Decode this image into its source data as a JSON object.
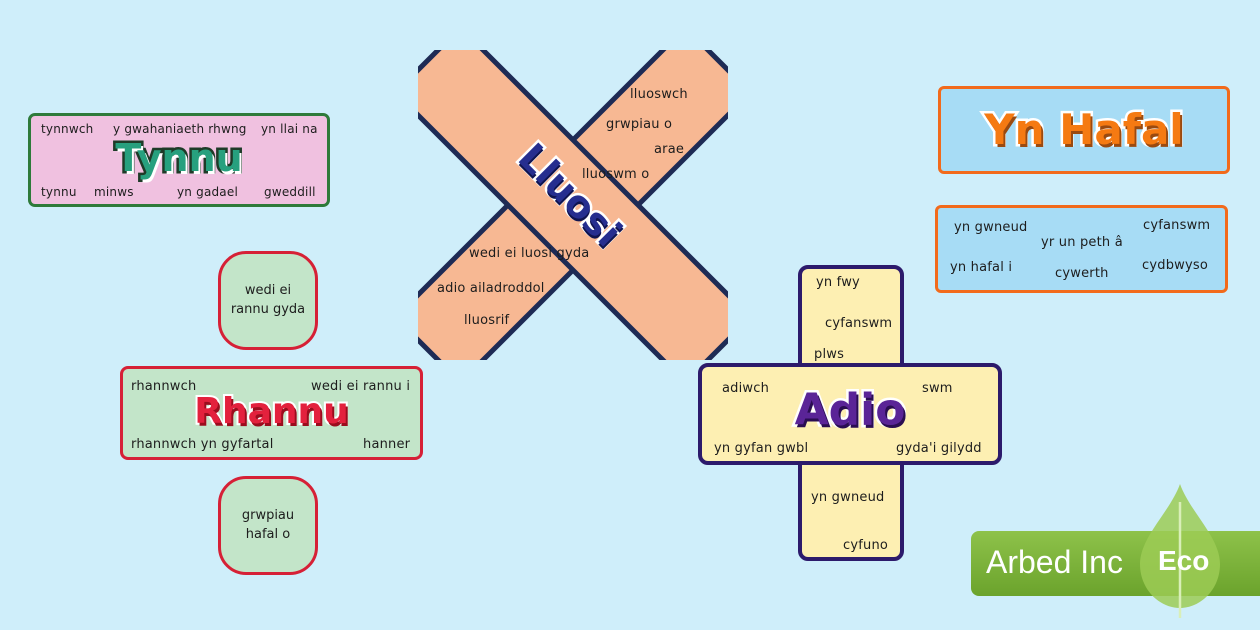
{
  "tynnu": {
    "title": "Tynnu",
    "words": [
      "tynnwch",
      "y gwahaniaeth rhwng",
      "yn llai na",
      "tynnu",
      "minws",
      "yn gadael",
      "gweddill"
    ]
  },
  "rhannu": {
    "title": "Rhannu",
    "bubble_top": "wedi ei\nrannu gyda",
    "words": [
      "rhannwch",
      "wedi ei rannu i",
      "rhannwch yn gyfartal",
      "hanner"
    ],
    "bubble_bottom": "grwpiau\nhafal o"
  },
  "lluosi": {
    "title": "Lluosi",
    "words": [
      "lluoswch",
      "grwpiau o",
      "arae",
      "lluoswm o",
      "wedi ei luosi gyda",
      "adio ailadroddol",
      "lluosrif"
    ]
  },
  "adio": {
    "title": "Adio",
    "words": [
      "yn fwy",
      "cyfanswm",
      "plws",
      "adiwch",
      "swm",
      "yn gyfan gwbl",
      "gyda'i gilydd",
      "yn gwneud",
      "cyfuno"
    ]
  },
  "hafal": {
    "title": "Yn Hafal",
    "words": [
      "yn gwneud",
      "yr un peth â",
      "cyfanswm",
      "yn hafal i",
      "cywerth",
      "cydbwyso"
    ]
  },
  "logo": {
    "name": "Arbed Inc",
    "badge": "Eco"
  },
  "colors": {
    "background": "#cfeefa",
    "tynnu_fill": "#f0c1e0",
    "rhannu_fill": "#c3e5c9",
    "lluosi_fill": "#f7b893",
    "adio_fill": "#fdefb2",
    "hafal_fill": "#a7dcf5",
    "logo_green": "#7cb53a"
  }
}
